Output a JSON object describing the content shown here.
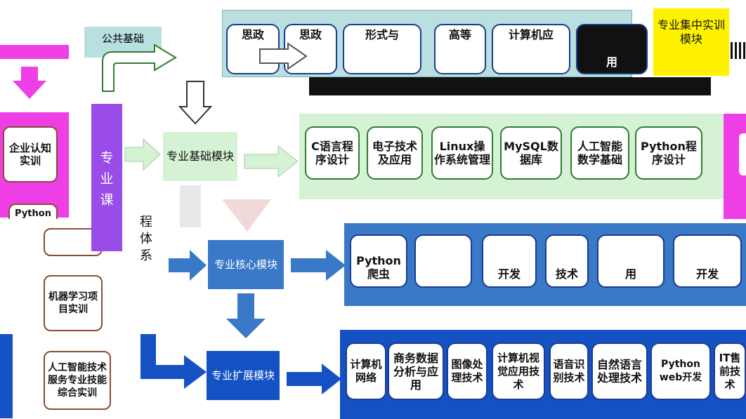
{
  "left_column": {
    "top_label": "",
    "items": [
      {
        "label": "企业认知实训"
      },
      {
        "label": "Python"
      },
      {
        "label": "机器学习项目实训"
      },
      {
        "label": "人工智能技术服务专业技能综合实训"
      }
    ]
  },
  "category": {
    "public_basis": "公共基础",
    "professional": "专业课",
    "system_fragment": "程体系",
    "focused_training": "专业集中实训模块"
  },
  "modules": {
    "public": "",
    "basic": "专业基础模块",
    "core": "专业核心模块",
    "extension": "专业扩展模块"
  },
  "courses": {
    "public": [
      {
        "label": "思政"
      },
      {
        "label": "思政"
      },
      {
        "label": "形式与"
      },
      {
        "label": "高等"
      },
      {
        "label": "计算机应"
      },
      {
        "label": "用"
      }
    ],
    "basic": [
      {
        "label": "C语言程序设计"
      },
      {
        "label": "电子技术及应用"
      },
      {
        "label": "Linux操作系统管理"
      },
      {
        "label": "MySQL数据库"
      },
      {
        "label": "人工智能数学基础"
      },
      {
        "label": "Python程序设计"
      }
    ],
    "core": [
      {
        "label": "Python爬虫"
      },
      {
        "label": ""
      },
      {
        "label": "开发"
      },
      {
        "label": "技术"
      },
      {
        "label": "用"
      },
      {
        "label": "开发"
      }
    ],
    "extension": [
      {
        "label": "计算机网络"
      },
      {
        "label": "商务数据分析与应用"
      },
      {
        "label": "图像处理技术"
      },
      {
        "label": "计算机视觉应用技术"
      },
      {
        "label": "语音识别技术"
      },
      {
        "label": "自然语言处理技术"
      },
      {
        "label": "Python web开发"
      },
      {
        "label": "IT售前技术"
      }
    ]
  },
  "colors": {
    "magenta": "#ee3ee6",
    "purple": "#9a4ce8",
    "light_green": "#d6f2d4",
    "light_cyan": "#b9dfe0",
    "blue": "#3a78c8",
    "dark_blue": "#1452c4",
    "yellow": "#fff200"
  }
}
